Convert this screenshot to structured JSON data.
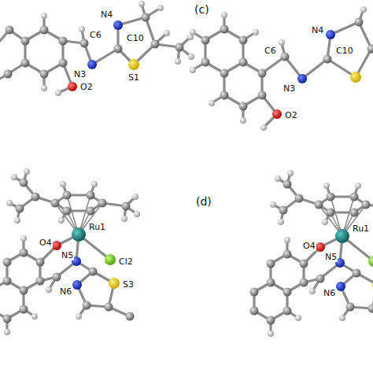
{
  "diagram": {
    "labels": [
      "C6",
      "N4",
      "C10",
      "N3",
      "S1",
      "O2",
      "(c)",
      "N4",
      "C6",
      "C10",
      "N3",
      "O2",
      "O4",
      "Ru1",
      "Cl2",
      "N5",
      "S3",
      "N6",
      "(d)",
      "O4",
      "Ru1",
      "N5",
      "N6"
    ]
  }
}
